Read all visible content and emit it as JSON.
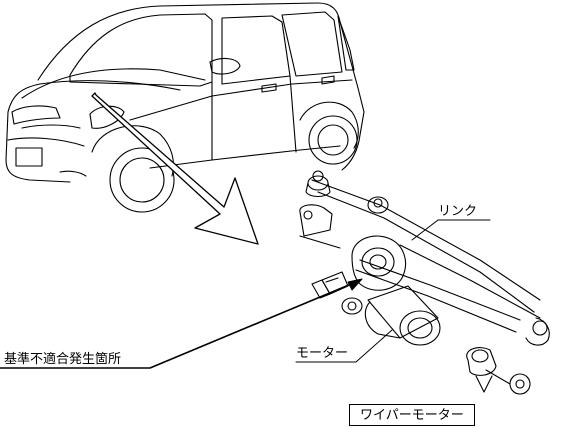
{
  "labels": {
    "link": "リンク",
    "motor": "モーター",
    "defect_location": "基準不適合発生箇所",
    "caption": "ワイパーモーター"
  }
}
